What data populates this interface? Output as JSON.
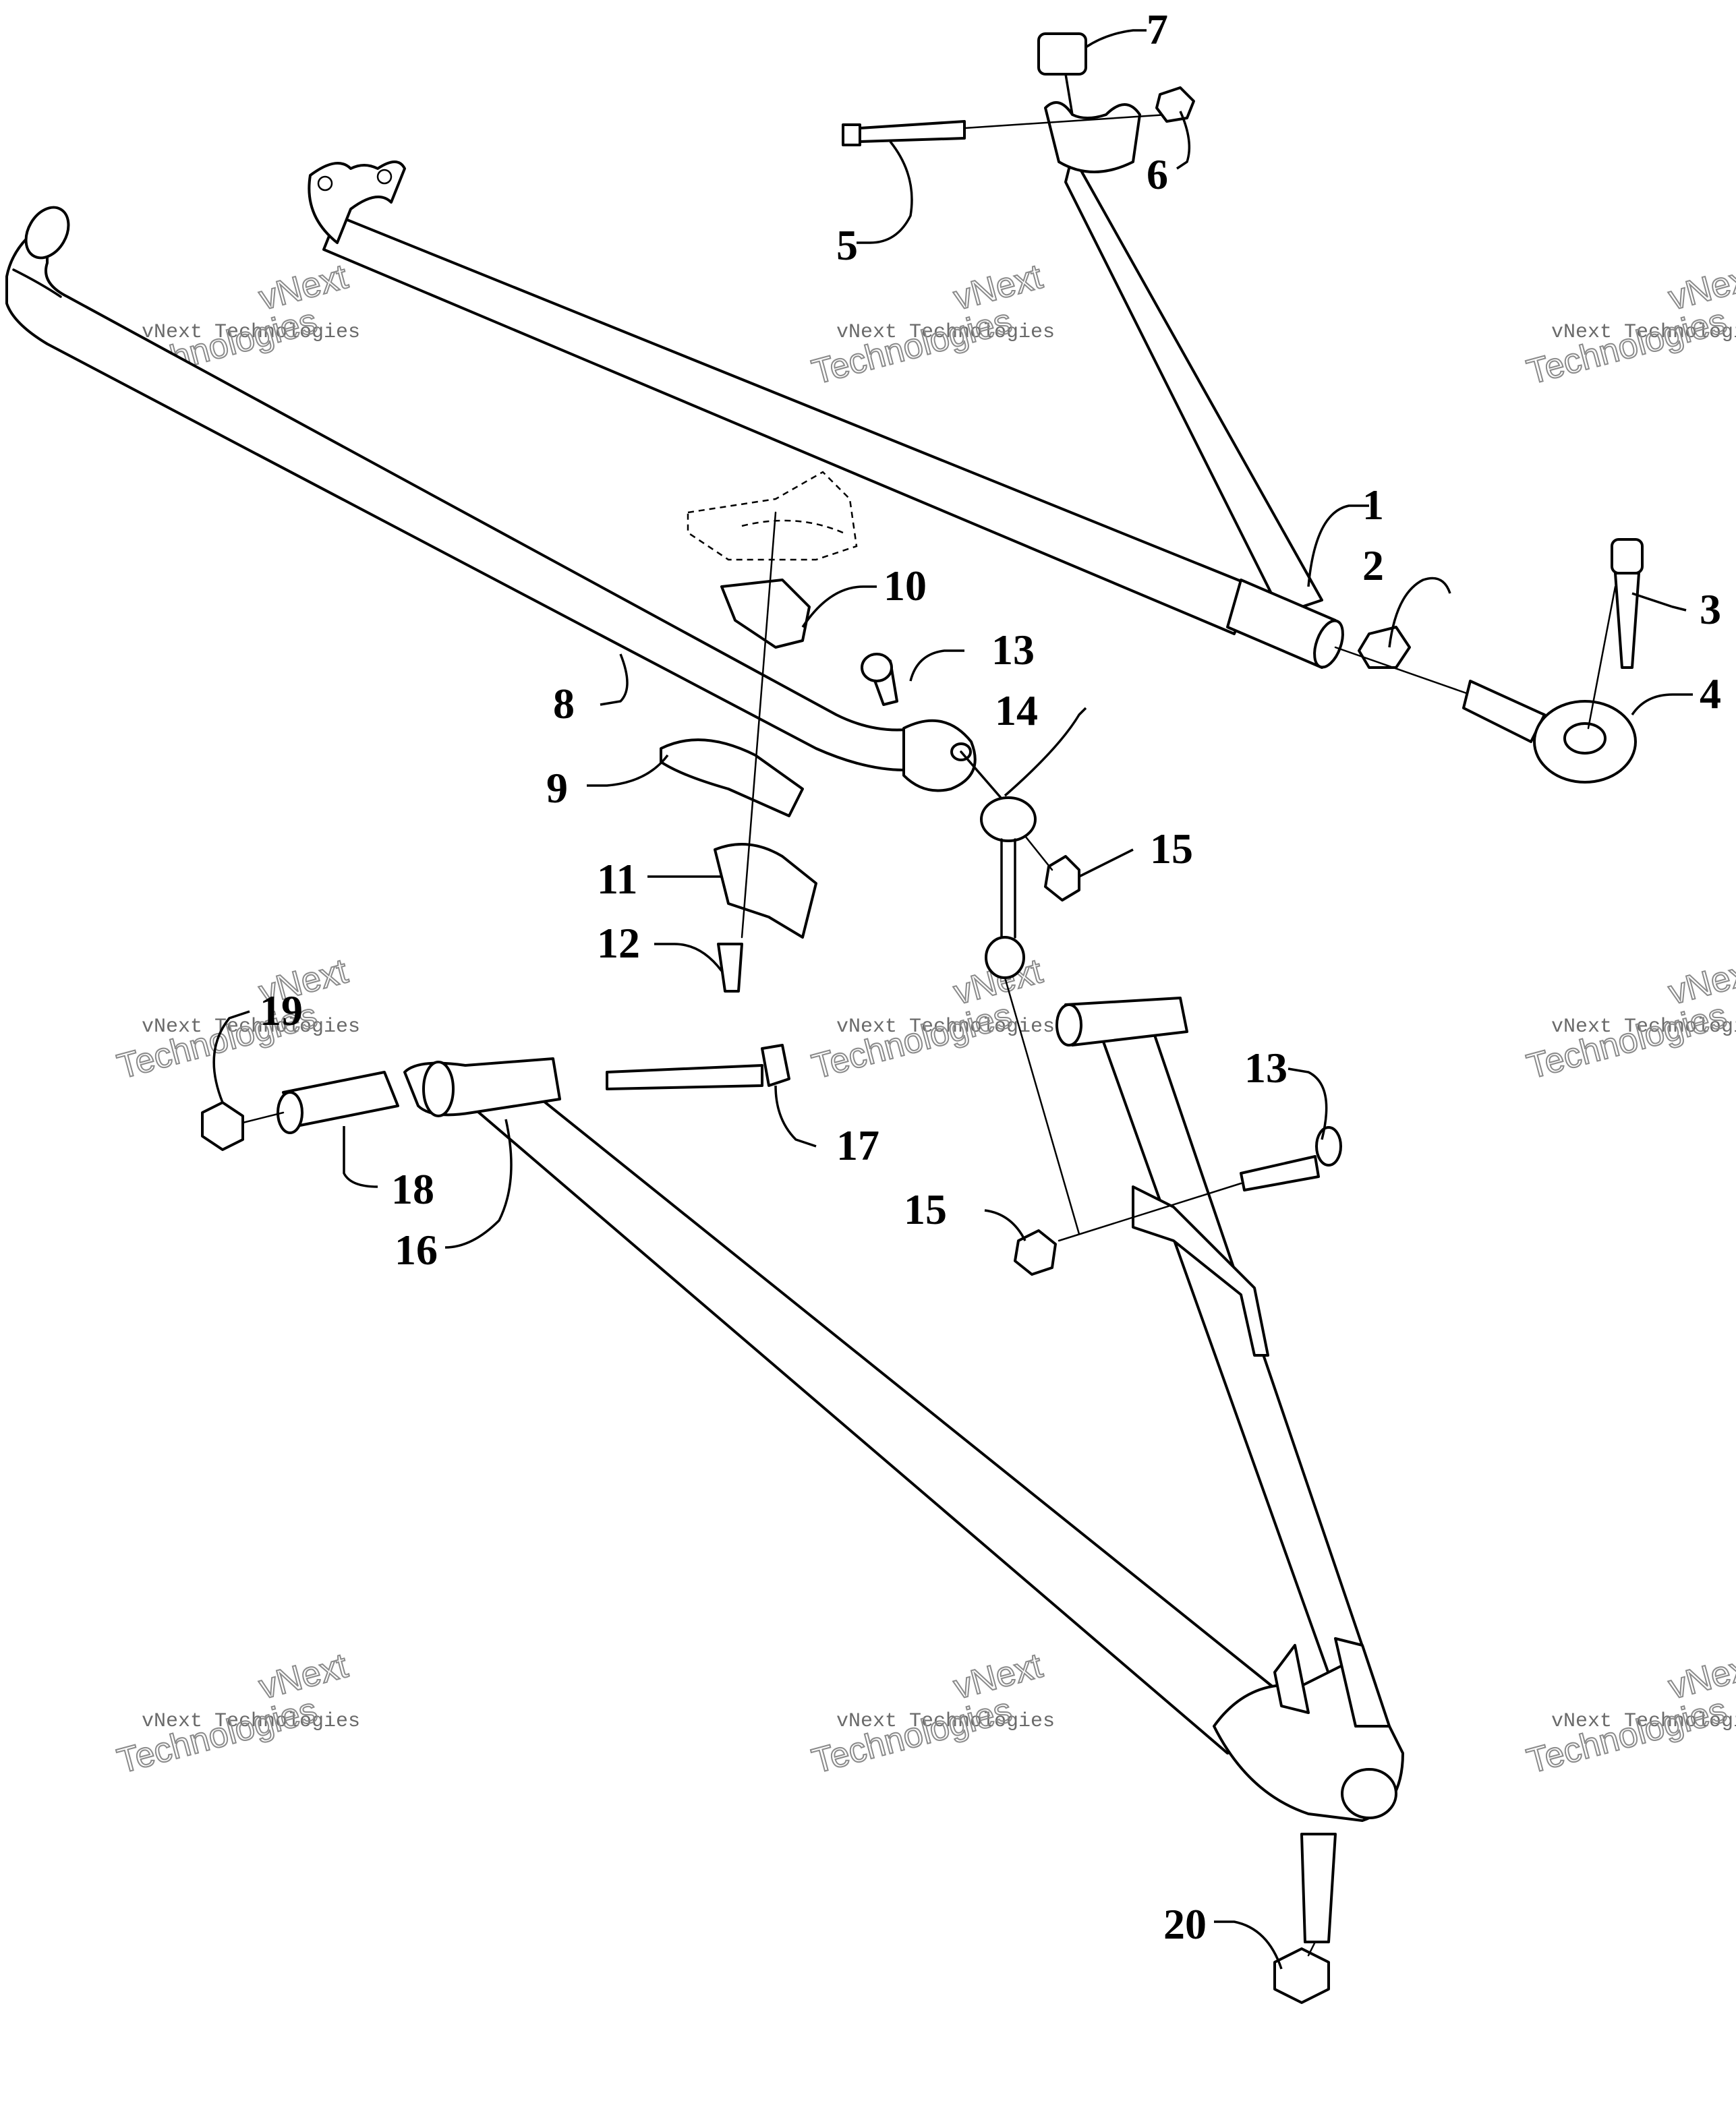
{
  "watermark": {
    "line1": "vNext",
    "line2": "vNext Technologies",
    "line3": "Technologies"
  },
  "callouts": [
    {
      "id": "c1",
      "label": "1"
    },
    {
      "id": "c2",
      "label": "2"
    },
    {
      "id": "c3",
      "label": "3"
    },
    {
      "id": "c4",
      "label": "4"
    },
    {
      "id": "c5",
      "label": "5"
    },
    {
      "id": "c6",
      "label": "6"
    },
    {
      "id": "c7",
      "label": "7"
    },
    {
      "id": "c8",
      "label": "8"
    },
    {
      "id": "c9",
      "label": "9"
    },
    {
      "id": "c10",
      "label": "10"
    },
    {
      "id": "c11",
      "label": "11"
    },
    {
      "id": "c12",
      "label": "12"
    },
    {
      "id": "c13a",
      "label": "13"
    },
    {
      "id": "c13b",
      "label": "13"
    },
    {
      "id": "c14",
      "label": "14"
    },
    {
      "id": "c15a",
      "label": "15"
    },
    {
      "id": "c15b",
      "label": "15"
    },
    {
      "id": "c16",
      "label": "16"
    },
    {
      "id": "c17",
      "label": "17"
    },
    {
      "id": "c18",
      "label": "18"
    },
    {
      "id": "c19",
      "label": "19"
    },
    {
      "id": "c20",
      "label": "20"
    }
  ]
}
